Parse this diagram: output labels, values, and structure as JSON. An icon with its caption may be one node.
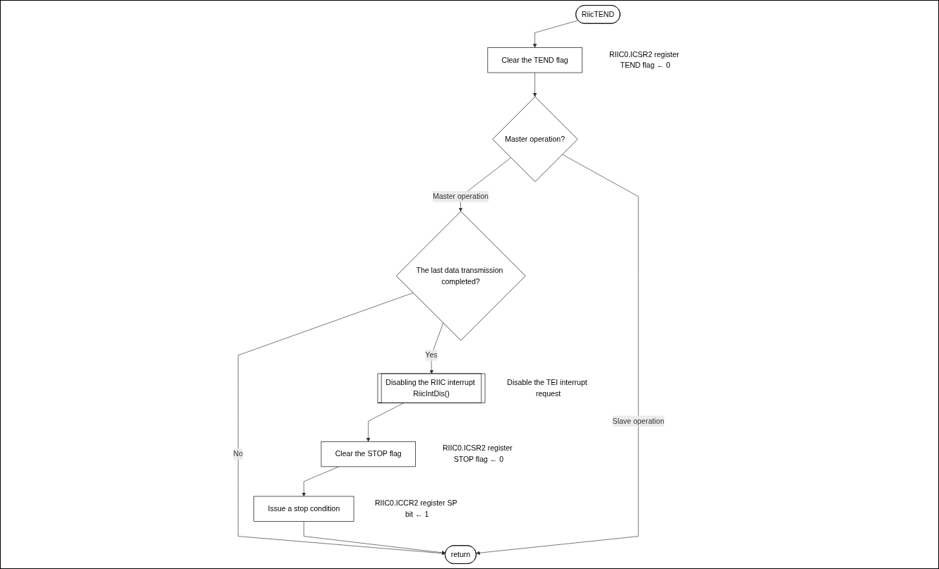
{
  "diagram": {
    "nodes": [
      {
        "text": [
          "RiicTEND"
        ]
      },
      {
        "text": [
          "Clear the TEND flag"
        ],
        "beside": [
          "RIIC0.ICSR2 register TEND flag ← 0"
        ]
      },
      {
        "text": [
          "Master operation?"
        ]
      },
      {
        "text": [
          "The last data transmission completed?"
        ]
      },
      {
        "text": [
          "Disabling the RIIC interrupt RiicIntDis()"
        ],
        "beside": [
          "Disable the TEI interrupt request"
        ]
      },
      {
        "text": [
          "Clear the STOP flag"
        ],
        "beside": [
          "RIIC0.ICSR2 register STOP flag ← 0"
        ]
      },
      {
        "text": [
          "Issue a stop condition"
        ],
        "beside": [
          "RIIC0.ICCR2 register SP bit ← 1"
        ]
      },
      {
        "text": [
          "return"
        ]
      }
    ],
    "edges": [
      {
        "from": 0,
        "to": 1,
        "arrow": "to"
      },
      {
        "from": 1,
        "to": 2,
        "arrow": "to"
      },
      {
        "from": 2,
        "to": 3,
        "label": "Master operation",
        "arrow": "to"
      },
      {
        "from": 2,
        "to": 7,
        "label": "Slave operation",
        "arrow": "to"
      },
      {
        "from": 3,
        "to": 7,
        "label": "No",
        "arrow": "to"
      },
      {
        "from": 3,
        "to": 4,
        "label": "Yes",
        "arrow": "to"
      },
      {
        "from": 4,
        "to": 5,
        "arrow": "to"
      },
      {
        "from": 5,
        "to": 6,
        "arrow": "to"
      },
      {
        "from": 6,
        "to": 7,
        "arrow": "to"
      }
    ]
  }
}
